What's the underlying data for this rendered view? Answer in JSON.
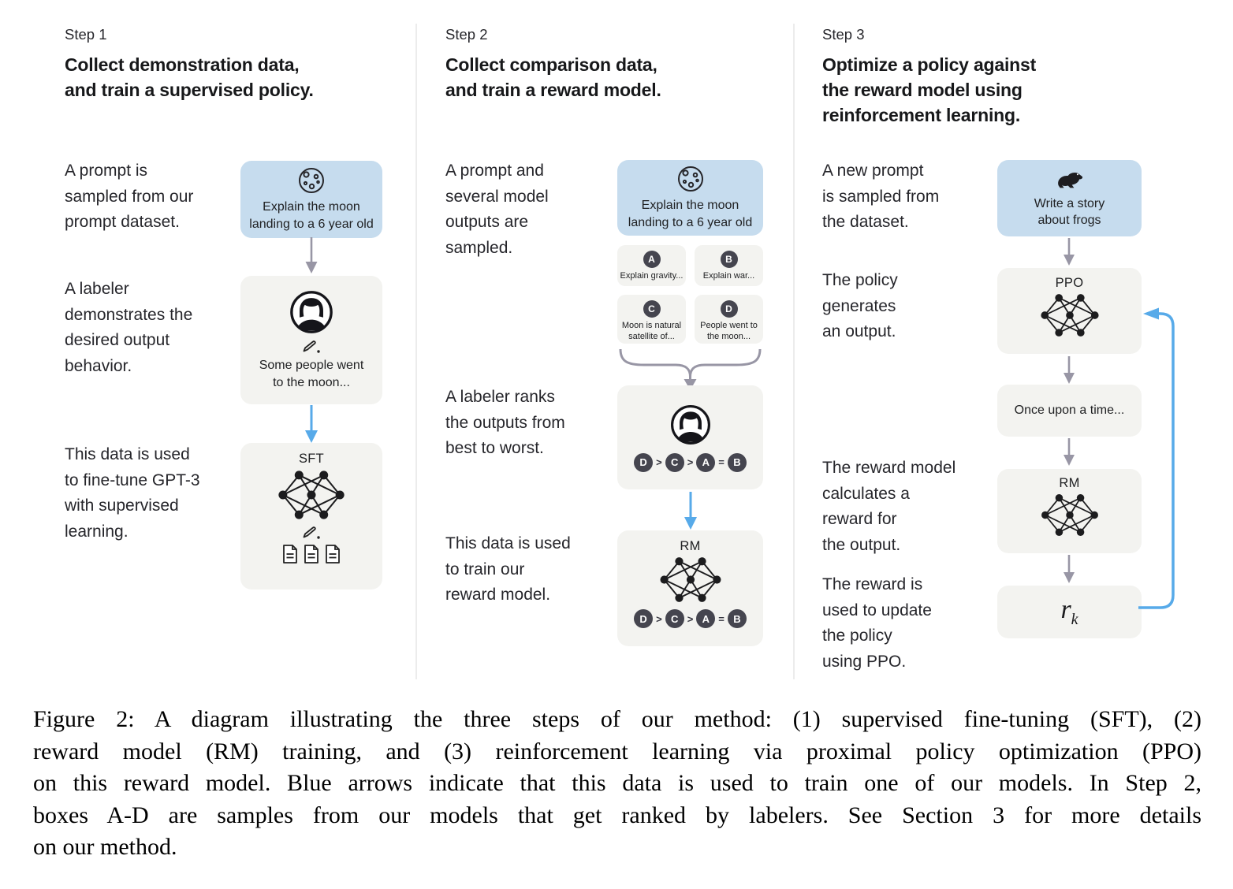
{
  "step1": {
    "label": "Step 1",
    "heading": "Collect demonstration data,\nand train a supervised policy.",
    "annotations": [
      "A prompt is\nsampled from our\nprompt dataset.",
      "A labeler\ndemonstrates the\ndesired output\nbehavior.",
      "This data is used\nto fine-tune GPT-3\nwith supervised\nlearning."
    ],
    "prompt": "Explain the moon\nlanding to a 6 year old",
    "labeler_output": "Some people went\nto the moon...",
    "model_label": "SFT"
  },
  "step2": {
    "label": "Step 2",
    "heading": "Collect comparison data,\nand train a reward model.",
    "annotations": [
      "A prompt and\nseveral model\noutputs are\nsampled.",
      "A labeler ranks\nthe outputs from\nbest to worst.",
      "This data is used\nto train our\nreward model."
    ],
    "prompt": "Explain the moon\nlanding to a 6 year old",
    "samples": [
      {
        "badge": "A",
        "text": "Explain gravity..."
      },
      {
        "badge": "B",
        "text": "Explain war..."
      },
      {
        "badge": "C",
        "text": "Moon is natural\nsatellite of..."
      },
      {
        "badge": "D",
        "text": "People went to\nthe moon..."
      }
    ],
    "rank": [
      "D",
      "C",
      "A",
      "B"
    ],
    "ops": [
      ">",
      ">",
      "="
    ],
    "model_label": "RM"
  },
  "step3": {
    "label": "Step 3",
    "heading": "Optimize a policy against\nthe reward model using\nreinforcement learning.",
    "annotations": [
      "A new prompt\nis sampled from\nthe dataset.",
      "The policy\ngenerates\nan output.",
      "The reward model\ncalculates a\nreward for\nthe output.",
      "The reward is\nused to update\nthe policy\nusing PPO."
    ],
    "prompt": "Write a story\nabout frogs",
    "ppo_label": "PPO",
    "output_text": "Once upon a time...",
    "rm_label": "RM",
    "reward": {
      "base": "r",
      "sub": "k"
    }
  },
  "caption": {
    "lines": [
      "Figure 2: A diagram illustrating the three steps of our method: (1) supervised fine-tuning (SFT), (2)",
      "reward model (RM) training, and (3) reinforcement learning via proximal policy optimization (PPO)",
      "on this reward model. Blue arrows indicate that this data is used to train one of our models. In Step 2,",
      "boxes A-D are samples from our models that get ranked by labelers. See Section 3 for more details",
      "on our method."
    ]
  },
  "colors": {
    "prompt_box": "#c6dcee",
    "card": "#f3f3f0",
    "badge": "#45454f",
    "arrow_gray": "#9896a5",
    "arrow_blue": "#57aae9",
    "divider": "#ececec",
    "text": "#202123"
  }
}
